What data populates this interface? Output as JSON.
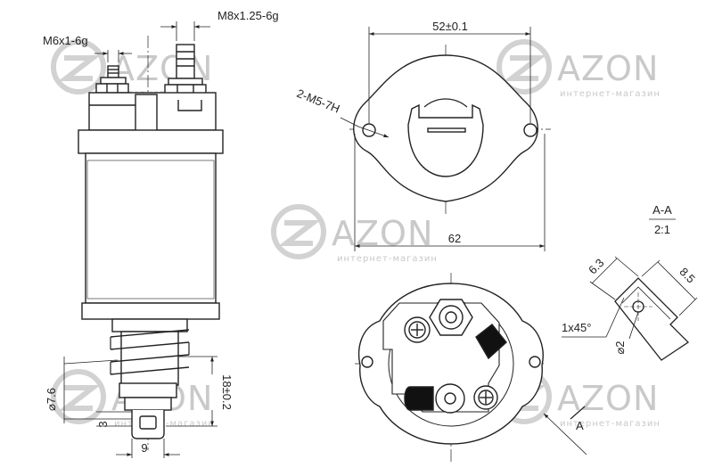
{
  "watermark": {
    "brand": "AZON",
    "tagline": "интернет-магазин"
  },
  "side_view": {
    "thread_small": "M6x1-6g",
    "thread_large": "M8x1.25-6g",
    "diameter_label": "⌀7.6",
    "height_label": "18±0.2",
    "gap_label": "3",
    "width_label": "9"
  },
  "top_view": {
    "width_label": "52±0.1",
    "overall_label": "62",
    "hole_label": "2-M5-7H"
  },
  "section": {
    "title": "A-A",
    "scale": "2:1",
    "dim1": "6.3",
    "dim2": "8.5",
    "chamfer": "1x45°",
    "hole": "⌀2"
  },
  "bottom_view": {
    "section_marker": "A"
  }
}
